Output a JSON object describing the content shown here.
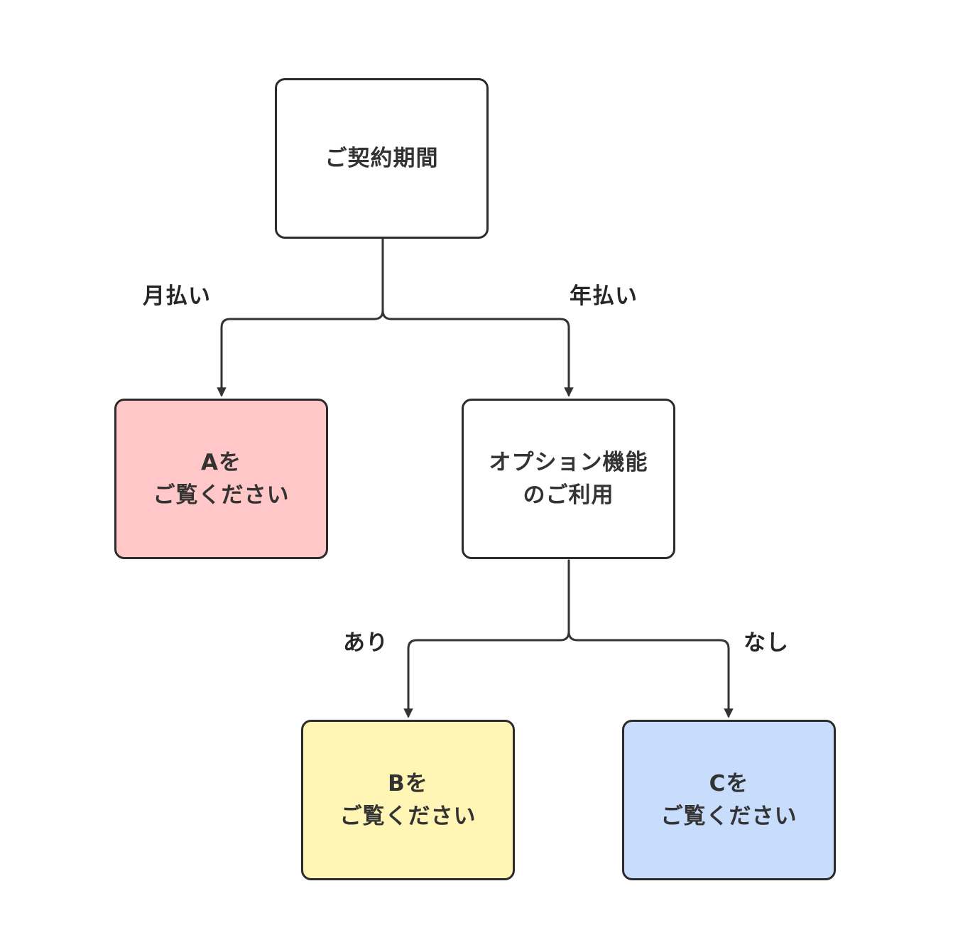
{
  "colors": {
    "stroke": "#333333",
    "node_default": "#ffffff",
    "node_a": "#ffc7c7",
    "node_b": "#fff5b4",
    "node_c": "#c8dcfc"
  },
  "nodes": {
    "root": {
      "line1": "ご契約期間"
    },
    "option": {
      "line1": "オプション機能",
      "line2": "のご利用"
    },
    "a": {
      "line1": "Aを",
      "line2": "ご覧ください"
    },
    "b": {
      "line1": "Bを",
      "line2": "ご覧ください"
    },
    "c": {
      "line1": "Cを",
      "line2": "ご覧ください"
    }
  },
  "edges": {
    "monthly": "月払い",
    "yearly": "年払い",
    "yes": "あり",
    "no": "なし"
  }
}
